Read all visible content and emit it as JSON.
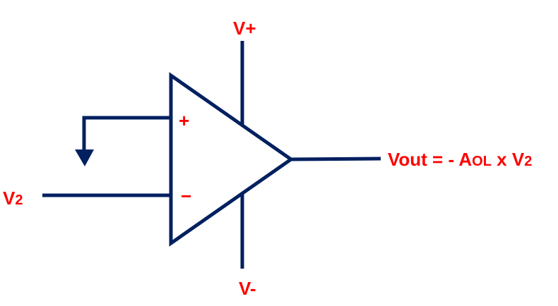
{
  "labels": {
    "v_plus": "V+",
    "v_minus": "V-",
    "non_inverting": "+",
    "inverting": "−",
    "input_main": "V",
    "input_sub": "2",
    "output_prefix": "Vout = - A",
    "output_sub": "OL",
    "output_mid": " x V",
    "output_sub2": "2"
  },
  "colors": {
    "wire": "#002060",
    "label": "#ff0000"
  }
}
